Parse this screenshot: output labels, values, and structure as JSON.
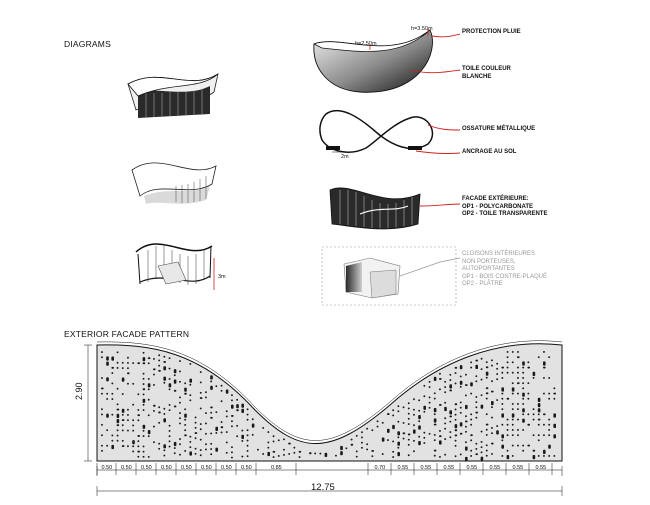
{
  "headings": {
    "diagrams": "DIAGRAMS",
    "pattern": "EXTERIOR FACADE PATTERN"
  },
  "dims": {
    "h1": "h=3.50m",
    "h2": "h=2.50m",
    "anchor_gap": "2m",
    "height_3m": "3m",
    "facade_height": "2.90",
    "facade_width": "12.75",
    "segments_left": [
      "0.50",
      "0.50",
      "0.50",
      "0.50",
      "0.50",
      "0.50",
      "0.50",
      "0.50",
      "0.85"
    ],
    "segments_right": [
      "0.70",
      "0.55",
      "0.55",
      "0.55",
      "0.55",
      "0.55",
      "0.55",
      "0.55"
    ]
  },
  "callouts": [
    {
      "text": "PROTECTION PLUIE"
    },
    {
      "text": "TOILE COULEUR\nBLANCHE"
    },
    {
      "text": "OSSATURE MÉTALLIQUE"
    },
    {
      "text": "ANCRAGE AU SOL"
    },
    {
      "text": "FACADE EXTÉRIEURE:\nOP1 - POLYCARBONATE\nOP2 - TOILE TRANSPARENTE"
    },
    {
      "text": "CLOISONS INTÉRIEURES\nNON PORTEUSES,\nAUTOPORTANTES\nOP1 - BOIS CONTRE-PLAQUÉ\nOP2 - PLÂTRE"
    }
  ],
  "colors": {
    "accent_red": "#d21f1f",
    "facade_fill": "#e2e2e2",
    "hole": "#1a1a1a",
    "grey_text": "#9a9a9a"
  }
}
